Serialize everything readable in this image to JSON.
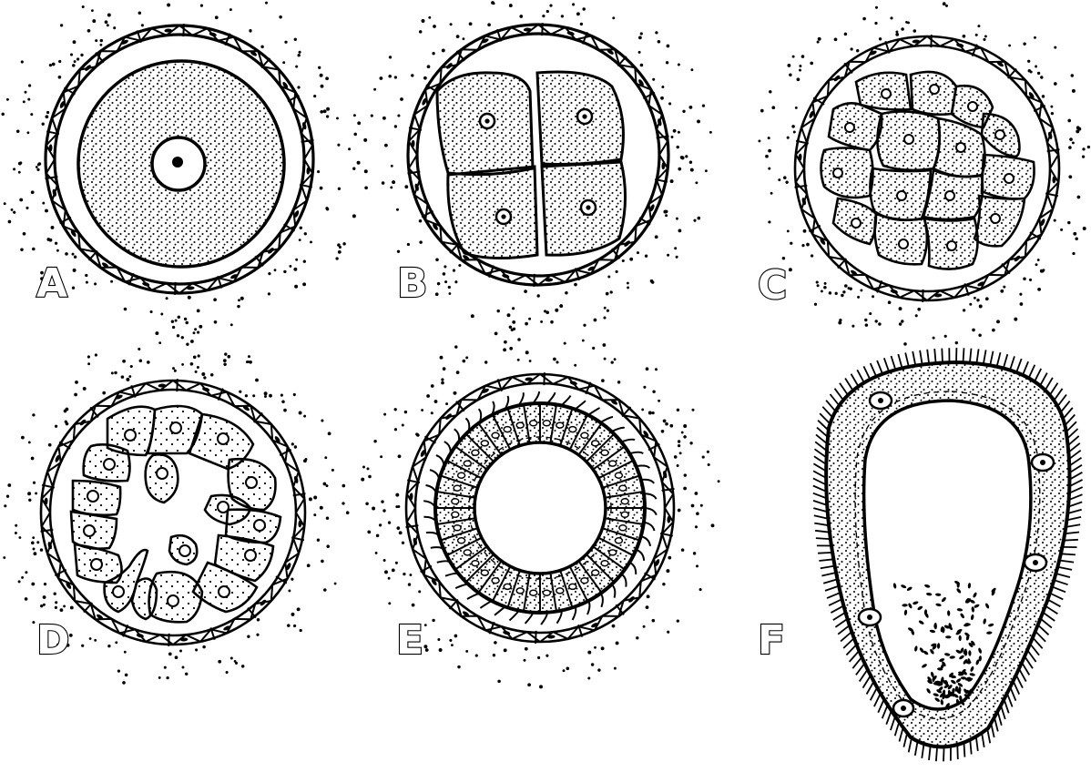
{
  "figure": {
    "panels": [
      {
        "id": "A",
        "label": "A"
      },
      {
        "id": "B",
        "label": "B"
      },
      {
        "id": "C",
        "label": "C"
      },
      {
        "id": "D",
        "label": "D"
      },
      {
        "id": "E",
        "label": "E"
      },
      {
        "id": "F",
        "label": "F"
      }
    ]
  },
  "colors": {
    "ink": "#000000",
    "paper": "#ffffff"
  }
}
